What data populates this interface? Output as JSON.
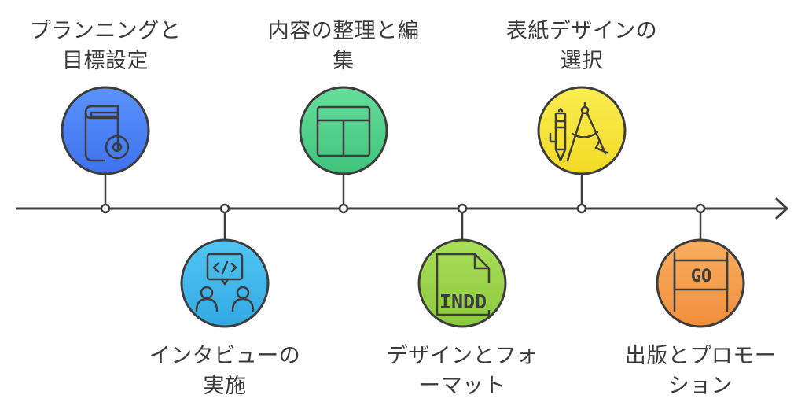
{
  "colors": {
    "line": "#3d3d3d",
    "blue": "#4f86f7",
    "cyan": "#43b9ec",
    "green": "#4fd18b",
    "lime": "#9bd54a",
    "yellow": "#f7e63a",
    "orange": "#f5a04f"
  },
  "milestones": [
    {
      "label": "プランニングと\n目標設定",
      "icon": "book-icon",
      "color": "blue",
      "side": "top"
    },
    {
      "label": "インタビューの\n実施",
      "icon": "interview-icon",
      "color": "cyan",
      "side": "bottom"
    },
    {
      "label": "内容の整理と編\n集",
      "icon": "layout-icon",
      "color": "green",
      "side": "top"
    },
    {
      "label": "デザインとフォ\nーマット",
      "icon": "indd-file-icon",
      "color": "lime",
      "side": "bottom",
      "icon_text": "INDD"
    },
    {
      "label": "表紙デザインの\n選択",
      "icon": "drafting-tools-icon",
      "color": "yellow",
      "side": "top"
    },
    {
      "label": "出版とプロモー\nション",
      "icon": "go-sign-icon",
      "color": "orange",
      "side": "bottom",
      "icon_text": "GO"
    }
  ]
}
